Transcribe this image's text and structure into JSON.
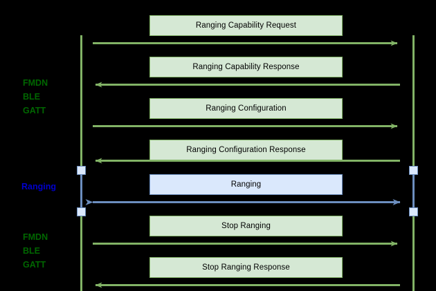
{
  "diagram": {
    "type": "sequence-diagram",
    "background_color": "#000000",
    "colors": {
      "green_line": "#82b366",
      "green_fill": "#d5e8d4",
      "blue_line": "#6c8ebf",
      "blue_fill": "#dae8fc",
      "green_text": "#006600",
      "blue_text": "#0000cc",
      "message_text": "#000000"
    },
    "phase_labels": [
      {
        "id": "phase-fmdn-top",
        "lines": "FMDN\nBLE\nGATT",
        "color_key": "green_text"
      },
      {
        "id": "phase-ranging",
        "lines": "Ranging",
        "color_key": "blue_text"
      },
      {
        "id": "phase-fmdn-bottom",
        "lines": "FMDN\nBLE\nGATT",
        "color_key": "green_text"
      }
    ],
    "messages": [
      {
        "label": "Ranging Capability Request",
        "style": "green",
        "direction": "right"
      },
      {
        "label": "Ranging Capability Response",
        "style": "green",
        "direction": "left"
      },
      {
        "label": "Ranging Configuration",
        "style": "green",
        "direction": "right"
      },
      {
        "label": "Ranging Configuration Response",
        "style": "green",
        "direction": "left"
      },
      {
        "label": "Ranging",
        "style": "blue",
        "direction": "both"
      },
      {
        "label": "Stop Ranging",
        "style": "green",
        "direction": "right"
      },
      {
        "label": "Stop Ranging Response",
        "style": "green",
        "direction": "left"
      }
    ]
  }
}
